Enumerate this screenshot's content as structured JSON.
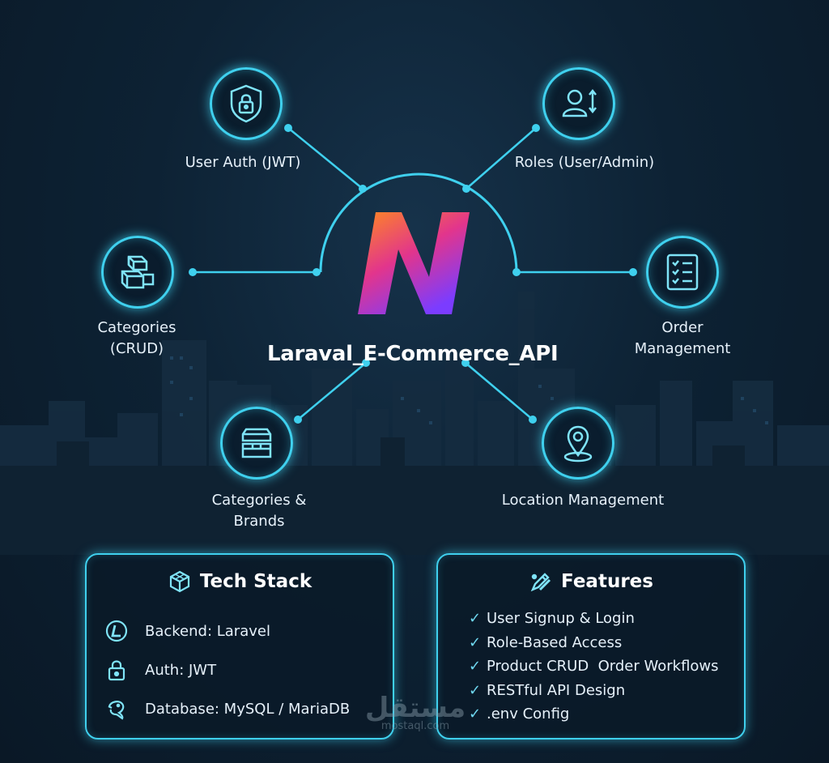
{
  "center": {
    "logo_icon": "n-letter-logo",
    "title": "Laraval_E-Commerce_API"
  },
  "nodes": [
    {
      "label": "User Auth (JWT)",
      "icon": "shield-lock-icon"
    },
    {
      "label": "Roles (User/Admin)",
      "icon": "user-switch-icon"
    },
    {
      "label": "Categories\n(CRUD)",
      "icon": "stacked-boxes-icon"
    },
    {
      "label": "Order\nManagement",
      "icon": "checklist-icon"
    },
    {
      "label": "Categories &\nBrands",
      "icon": "stacked-boxes-icon"
    },
    {
      "label": "Location Management",
      "icon": "map-pin-icon"
    }
  ],
  "tech_stack": {
    "title": "Tech Stack",
    "icon": "cube-icon",
    "items": [
      {
        "text": "Backend: Laravel",
        "icon": "laravel-icon"
      },
      {
        "text": "Auth: JWT",
        "icon": "padlock-icon"
      },
      {
        "text": "Database: MySQL / MariaDB",
        "icon": "dolphin-icon"
      }
    ]
  },
  "features": {
    "title": "Features",
    "icon": "pencil-tools-icon",
    "items": [
      "User Signup & Login",
      "Role-Based Access",
      "Product CRUD  Order Workflows",
      "RESTful API Design",
      ".env Config"
    ]
  },
  "watermark": {
    "arabic": "مستقل",
    "latin": "mostaql.com"
  },
  "colors": {
    "accent": "#3fd0ee",
    "background": "#0d2234",
    "logo_gradient": [
      "#ff8a1f",
      "#e2358c",
      "#7b3cff"
    ]
  }
}
